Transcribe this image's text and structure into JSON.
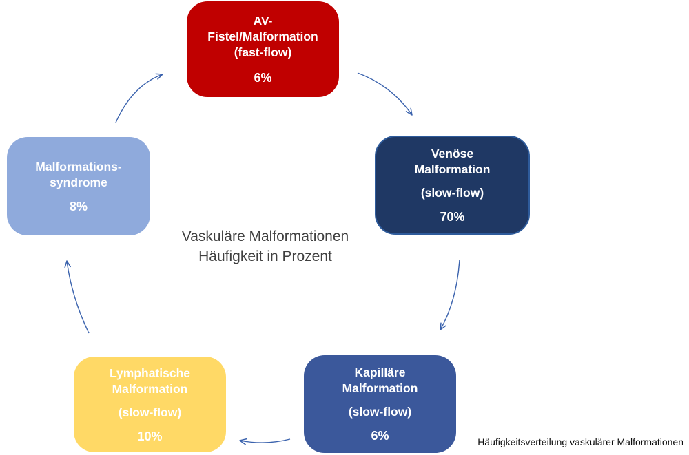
{
  "diagram": {
    "center_label": {
      "line1": "Vaskuläre Malformationen",
      "line2": "Häufigkeit in Prozent"
    },
    "caption": "Häufigkeitsverteilung vaskulärer Malformationen",
    "nodes": [
      {
        "id": "av-fistel-malformation",
        "lines": [
          "AV-",
          "Fistel/Malformation",
          "(fast-flow)"
        ],
        "percent": "6%",
        "fill": "#C00000",
        "text_color": "#FFFFFF"
      },
      {
        "id": "venoese-malformation",
        "lines": [
          "Venöse",
          "Malformation"
        ],
        "flow": "(slow-flow)",
        "percent": "70%",
        "fill": "#1F3864",
        "border": "#2E5B9B",
        "text_color": "#FFFFFF"
      },
      {
        "id": "kapillaere-malformation",
        "lines": [
          "Kapilläre",
          "Malformation"
        ],
        "flow": "(slow-flow)",
        "percent": "6%",
        "fill": "#3B589B",
        "text_color": "#FFFFFF"
      },
      {
        "id": "lymphatische-malformation",
        "lines": [
          "Lymphatische",
          "Malformation"
        ],
        "flow": "(slow-flow)",
        "percent": "10%",
        "fill": "#FFD966",
        "text_color": "#FFFFFF"
      },
      {
        "id": "malformationssyndrome",
        "lines": [
          "Malformations-",
          "syndrome"
        ],
        "percent": "8%",
        "fill": "#8FAADC",
        "text_color": "#FFFFFF"
      }
    ],
    "arrow_color": "#3A62AD"
  }
}
